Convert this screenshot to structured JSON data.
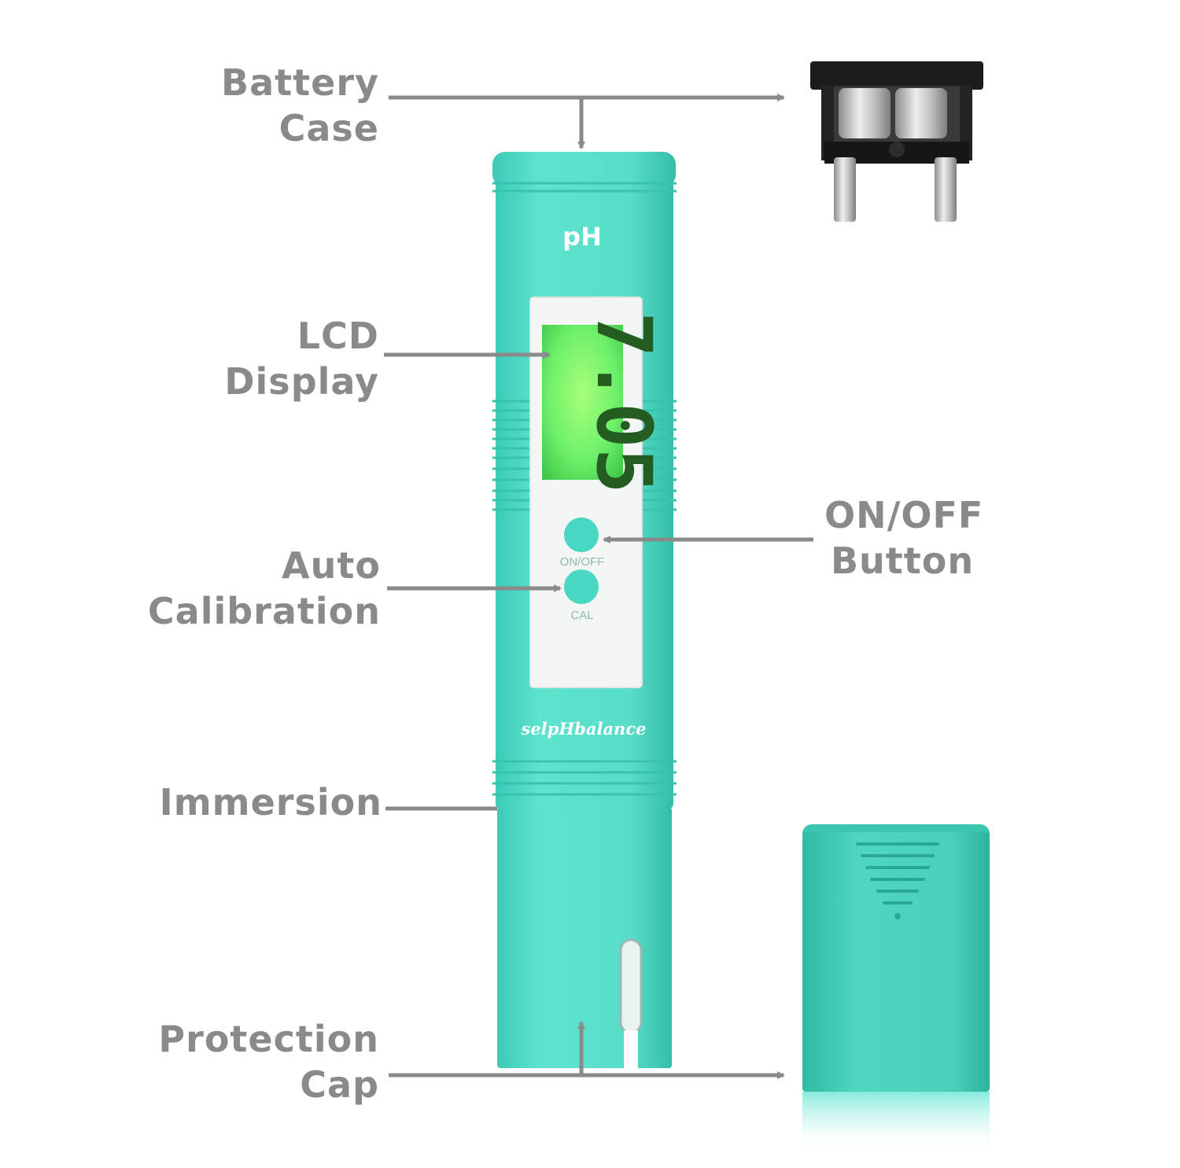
{
  "labels": {
    "battery_case": [
      "Battery",
      "Case"
    ],
    "lcd_display": [
      "LCD",
      "Display"
    ],
    "auto_calibration": [
      "Auto",
      "Calibration"
    ],
    "on_off_button": [
      "ON/OFF",
      "Button"
    ],
    "immersion": [
      "Immersion"
    ],
    "protection_cap": [
      "Protection",
      "Cap"
    ]
  },
  "device": {
    "ph_label": "pH",
    "lcd_reading": "7.05",
    "onoff_label": "ON/OFF",
    "cal_label": "CAL",
    "brand": "selpHbalance"
  },
  "colors": {
    "body": "#4fdcc8",
    "body_dark": "#35c0ab",
    "panel": "#f4f6f5",
    "lcd": "#66ee66",
    "label_gray": "#8a8a8a"
  }
}
